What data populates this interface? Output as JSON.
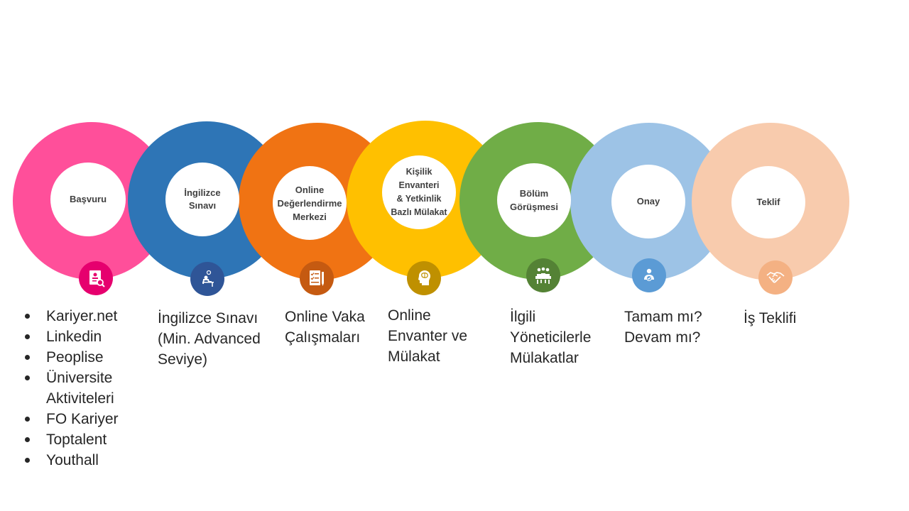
{
  "steps": [
    {
      "id": "basvuru",
      "title": "Başvuru",
      "color": "#FF4F9A",
      "icon": "resume-search-icon",
      "icon_color": "#E6006E"
    },
    {
      "id": "ingilizce",
      "title": "İngilizce\nSınavı",
      "color": "#2E75B6",
      "icon": "exam-desk-icon",
      "icon_color": "#2F5597"
    },
    {
      "id": "online-degerlendirme",
      "title": "Online\nDeğerlendirme\nMerkezi",
      "color": "#F07313",
      "icon": "checklist-pen-icon",
      "icon_color": "#C55A11"
    },
    {
      "id": "kisilik",
      "title": "Kişilik\nEnvanteri\n& Yetkinlik\nBazlı Mülakat",
      "color": "#FFC000",
      "icon": "head-brain-icon",
      "icon_color": "#BF9000"
    },
    {
      "id": "bolum",
      "title": "Bölüm\nGörüşmesi",
      "color": "#70AD47",
      "icon": "meeting-icon",
      "icon_color": "#548235"
    },
    {
      "id": "onay",
      "title": "Onay",
      "color": "#9DC3E6",
      "icon": "approval-person-icon",
      "icon_color": "#5B9BD5"
    },
    {
      "id": "teklif",
      "title": "Teklif",
      "color": "#F8CBAD",
      "icon": "handshake-icon",
      "icon_color": "#F4B183"
    }
  ],
  "sources": [
    "Kariyer.net",
    "Linkedin",
    "Peoplise",
    "Üniversite\nAktiviteleri",
    "FO Kariyer",
    "Toptalent",
    "Youthall"
  ],
  "descriptions": {
    "ingilizce": "İngilizce Sınavı\n(Min. Advanced\nSeviye)",
    "online_vaka": "Online Vaka\nÇalışmaları",
    "envanter": "Online\nEnvanter ve\nMülakat",
    "yoneticiler": "İlgili\nYöneticilerle\nMülakatlar",
    "onay": "Tamam mı?\nDevam mı?",
    "teklif": "İş Teklifi"
  }
}
